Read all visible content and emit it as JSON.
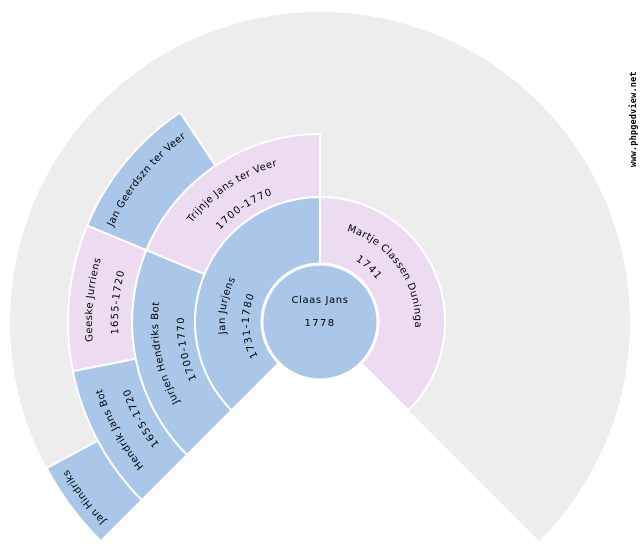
{
  "page": {
    "background_color": "#ffffff"
  },
  "watermark": {
    "text": "www.phpgedview.net"
  },
  "chart": {
    "type": "genealogy-fan",
    "fan_degrees": 270,
    "generations": 5,
    "colors": {
      "male_fill": "#aac7e9",
      "female_fill": "#ecdbf1",
      "empty_fill": "#ededee",
      "divider": "#ffffff",
      "label": "#000000"
    },
    "root": {
      "name": "Claas Jans",
      "dates": "1778",
      "sex": "M"
    },
    "ancestors": [
      {
        "ahnentafel": 2,
        "name": "Jan Jurjens",
        "dates": "1731-1780",
        "sex": "M"
      },
      {
        "ahnentafel": 3,
        "name": "Martje Classen Duninga",
        "dates": "1741",
        "sex": "F"
      },
      {
        "ahnentafel": 4,
        "name": "Jurjen Hendriks Bot",
        "dates": "1700-1770",
        "sex": "M"
      },
      {
        "ahnentafel": 5,
        "name": "Trijnje Jans ter Veer",
        "dates": "1700-1770",
        "sex": "F"
      },
      {
        "ahnentafel": 8,
        "name": "Hendrik Jans Bot",
        "dates": "1655-1720",
        "sex": "M"
      },
      {
        "ahnentafel": 9,
        "name": "Geeske Jurriens",
        "dates": "1655-1720",
        "sex": "F"
      },
      {
        "ahnentafel": 10,
        "name": "Jan Geerdszn ter Veer",
        "dates": "",
        "sex": "M"
      },
      {
        "ahnentafel": 16,
        "name": "Jan Hindriks",
        "dates": "",
        "sex": "M"
      }
    ]
  }
}
